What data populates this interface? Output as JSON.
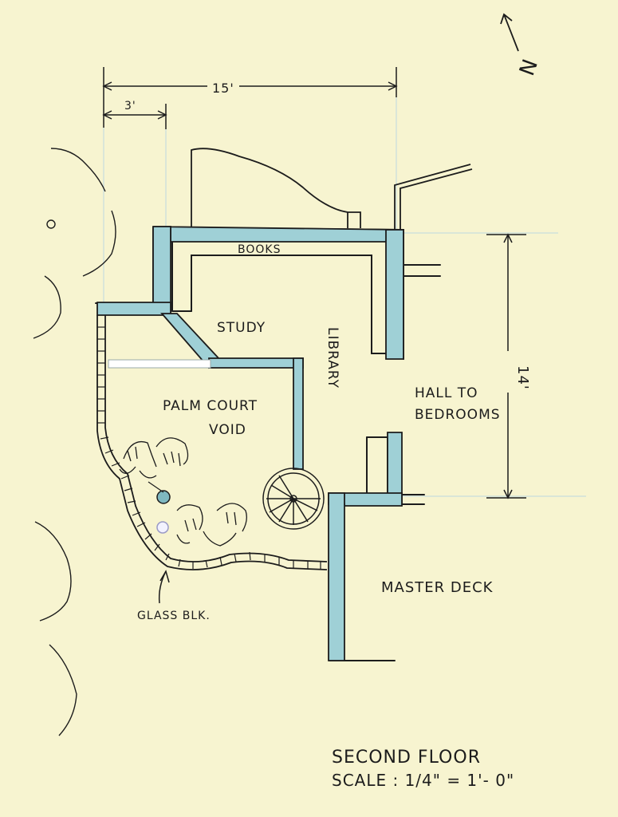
{
  "sheet": {
    "paper_color": "#f7f4d0",
    "wall_fill_color": "#9fd0d6",
    "ink_color": "#1c1c1c"
  },
  "dimensions": {
    "width_15": "15'",
    "width_3": "3'",
    "height_14": "14'"
  },
  "north_arrow": {
    "letter": "N",
    "icon": "north-arrow-icon"
  },
  "rooms": {
    "books": "BOOKS",
    "study": "STUDY",
    "library": "LIBRARY",
    "palm_court_line1": "PALM COURT",
    "palm_court_line2": "VOID",
    "hall_line1": "HALL TO",
    "hall_line2": "BEDROOMS",
    "master_deck": "MASTER DECK",
    "glass_block": "GLASS BLK."
  },
  "title_block": {
    "title": "SECOND FLOOR",
    "scale": "SCALE : 1/4\" = 1'- 0\""
  }
}
